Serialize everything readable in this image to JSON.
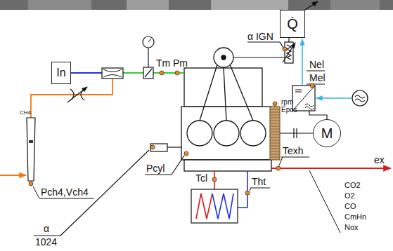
{
  "diagram": {
    "nodes": [
      {
        "text": [
          "In"
        ]
      },
      {
        "text": [
          "Q̇"
        ]
      },
      {
        "text": [
          "M"
        ]
      }
    ],
    "labels": [
      "CH4",
      "Pch4,Vch4",
      "Tm",
      "Pm",
      "α IGN",
      "Nel",
      "Mel",
      "rpm",
      "Epos",
      "ex",
      "α",
      "1024",
      "Pcyl",
      "Tcl",
      "Tht",
      "Texh",
      "CO2",
      "O2",
      "CO",
      "CmHn",
      "Nox"
    ]
  }
}
